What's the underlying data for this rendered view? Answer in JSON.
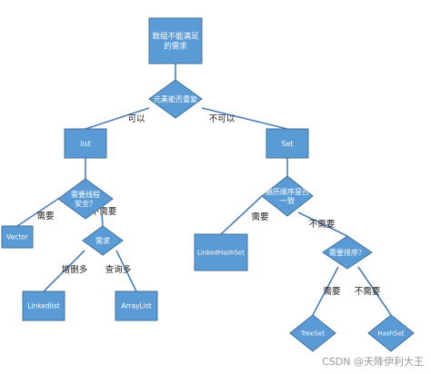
{
  "nodes": {
    "root": "数组不能满足\n的需求",
    "repeat": "元素能否重复",
    "list": "list",
    "set": "Set",
    "thread_safe": "需要线程\n安全？",
    "vector": "Vector",
    "requirement": "需求",
    "linkedlist": "Linkedlist",
    "arraylist": "ArrayList",
    "traversal_order": "遍历顺序是否\n一致",
    "linkedhashset": "LinkedHashSet",
    "need_sort": "需要排序？",
    "treeset": "TreeSet",
    "hashset": "HashSet"
  },
  "edges": {
    "can": "可以",
    "cannot": "不可以",
    "thread_need": "需要",
    "thread_no_need": "不需要",
    "add_delete_more": "增删多",
    "query_more": "查询多",
    "order_need": "需要",
    "order_no_need": "不需要",
    "sort_need": "需要",
    "sort_no_need": "不需要"
  },
  "watermark": "CSDN @天降伊利大王",
  "colors": {
    "node_fill": "#5b9bd5",
    "node_stroke": "#41719c",
    "node_text": "#ffffff",
    "edge": "#4a7ebb",
    "edge_label": "#222222"
  }
}
